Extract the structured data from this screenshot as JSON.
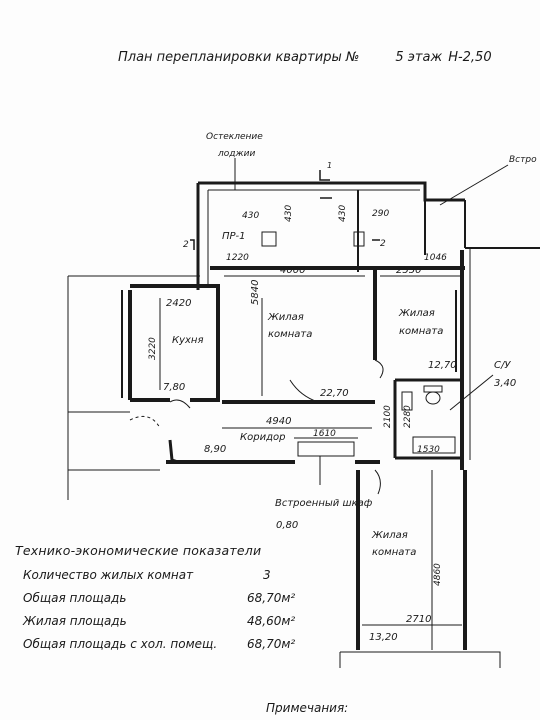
{
  "title": {
    "text": "План перепланировки квартиры №",
    "floor": "5 этаж",
    "height": "Н-2,50"
  },
  "labels": {
    "glazing_1": "Остекление",
    "glazing_2": "лоджии",
    "builtin_cut": "Встро",
    "section_1": "1",
    "section_2": "2",
    "section_2b": "2",
    "pr1": "ПР-1",
    "kitchen": "Кухня",
    "kitchen_area": "7,80",
    "living1_a": "Жилая",
    "living1_b": "комната",
    "living1_area": "22,70",
    "living2_a": "Жилая",
    "living2_b": "комната",
    "living2_area": "12,70",
    "bath": "С/У",
    "bath_area": "3,40",
    "corridor": "Коридор",
    "corridor_area": "8,90",
    "closet": "Встроенный шкаф",
    "closet_area": "0,80",
    "living3_a": "Жилая",
    "living3_b": "комната",
    "living3_area": "13,20"
  },
  "dimensions": {
    "d430a": "430",
    "d430b": "430",
    "d430c": "430",
    "d290": "290",
    "d1220": "1220",
    "d4000": "4000",
    "d2550": "2550",
    "d1046": "1046",
    "d2420": "2420",
    "d3220": "3220",
    "d5840": "5840",
    "d4940": "4940",
    "d1610": "1610",
    "d2100": "2100",
    "d2280": "2280",
    "d1530": "1530",
    "d4860": "4860",
    "d2710": "2710"
  },
  "stats": {
    "heading": "Технико-экономические показатели",
    "rows": [
      {
        "label": "Количество жилых комнат",
        "value": "3"
      },
      {
        "label": "Общая площадь",
        "value": "68,70м²"
      },
      {
        "label": "Жилая площадь",
        "value": "48,60м²"
      },
      {
        "label": "Общая площадь с хол. помещ.",
        "value": "68,70м²"
      }
    ]
  },
  "note": "Примечания:"
}
